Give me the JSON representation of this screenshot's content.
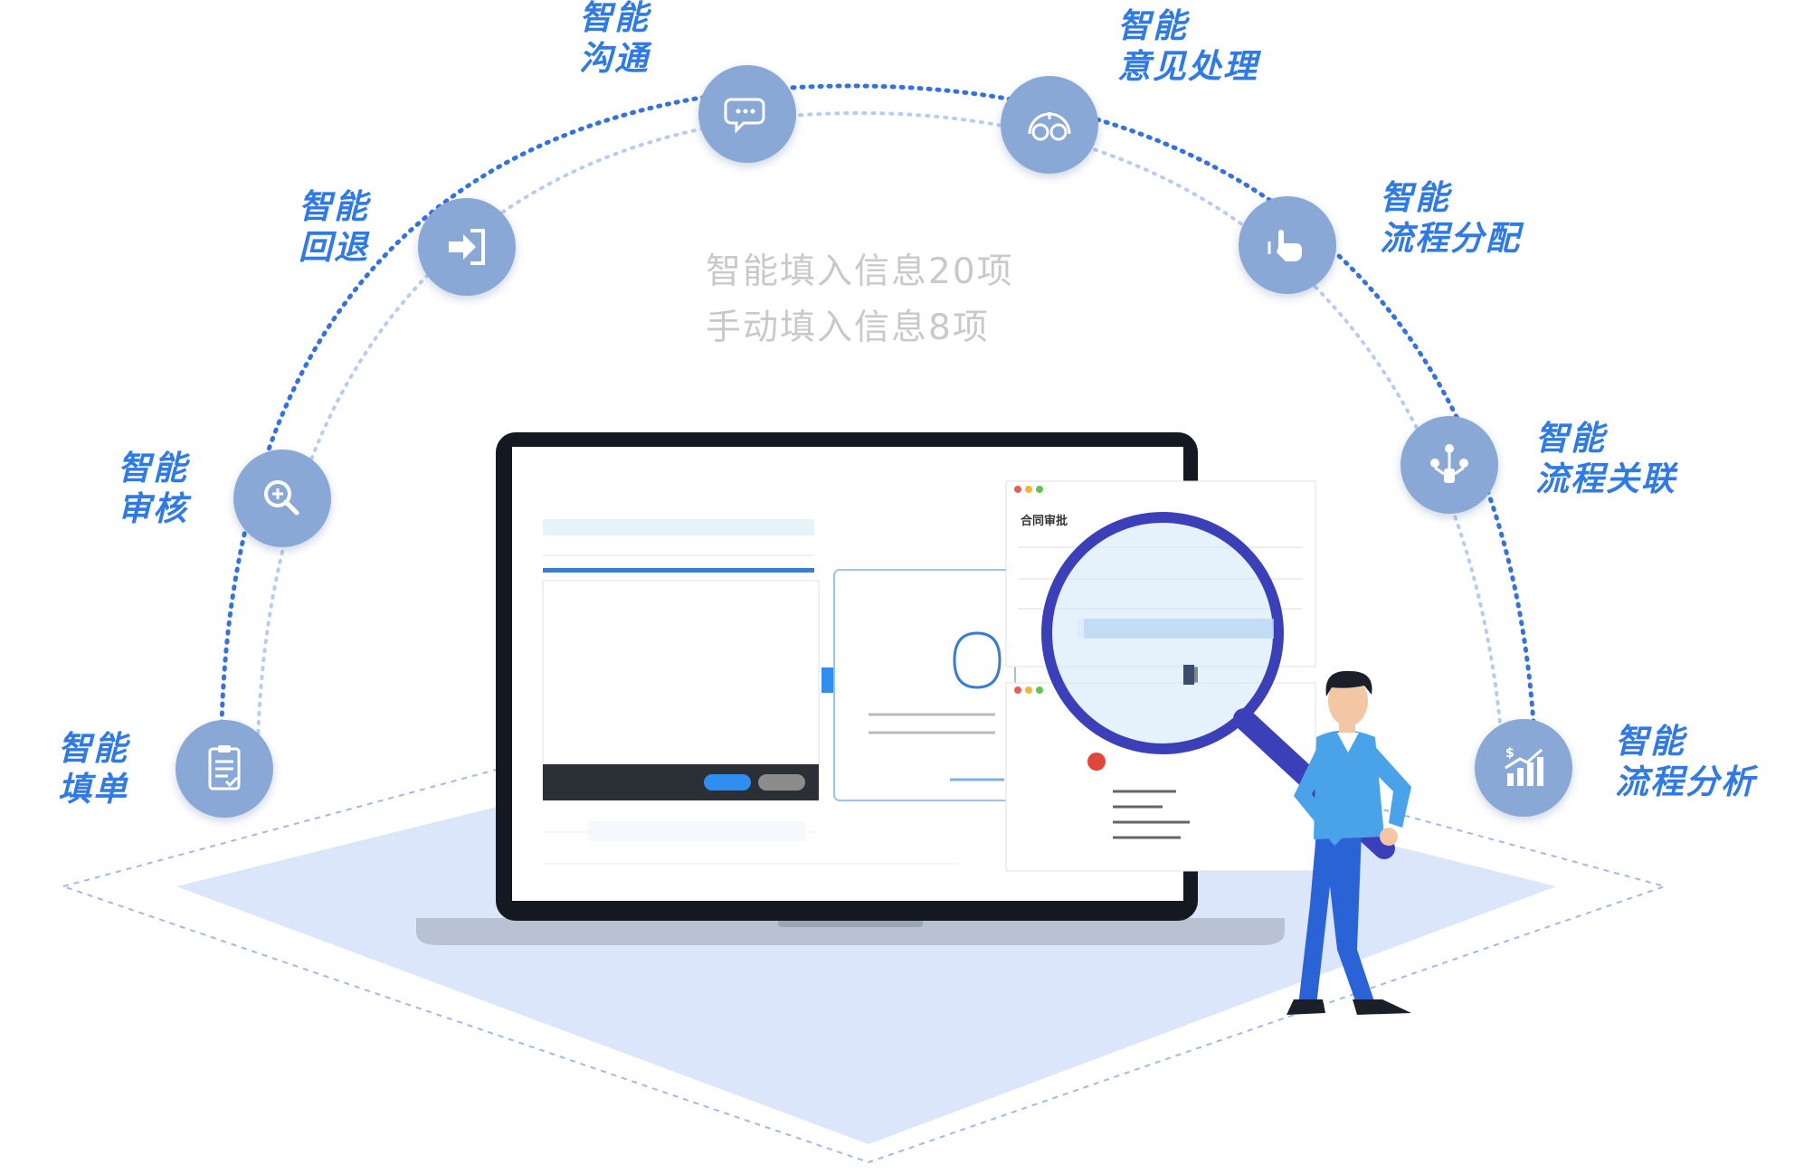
{
  "features": [
    {
      "id": "fill",
      "line1": "智能",
      "line2": "填单",
      "icon": "clipboard-checklist-icon"
    },
    {
      "id": "review",
      "line1": "智能",
      "line2": "审核",
      "icon": "magnifier-plus-icon"
    },
    {
      "id": "rollback",
      "line1": "智能",
      "line2": "回退",
      "icon": "sign-in-arrow-icon"
    },
    {
      "id": "comm",
      "line1": "智能",
      "line2": "沟通",
      "icon": "chat-bubbles-icon"
    },
    {
      "id": "opinion",
      "line1": "智能",
      "line2": "意见处理",
      "icon": "smiley-faces-icon"
    },
    {
      "id": "assign",
      "line1": "智能",
      "line2": "流程分配",
      "icon": "pointing-hand-icon"
    },
    {
      "id": "link",
      "line1": "智能",
      "line2": "流程关联",
      "icon": "people-network-icon"
    },
    {
      "id": "analysis",
      "line1": "智能",
      "line2": "流程分析",
      "icon": "growth-chart-icon"
    }
  ],
  "center": {
    "line1": "智能填入信息20项",
    "line2": "手动填入信息8项"
  },
  "popup": {
    "title": "合同审批"
  },
  "colors": {
    "accent_text": "#2f7ae6",
    "node_fill": "#8aa8d6",
    "arc_dark": "#3572e0",
    "arc_light": "#b8ccf0",
    "platform": "#dbe6fb",
    "center_text": "#c9c9c9"
  }
}
